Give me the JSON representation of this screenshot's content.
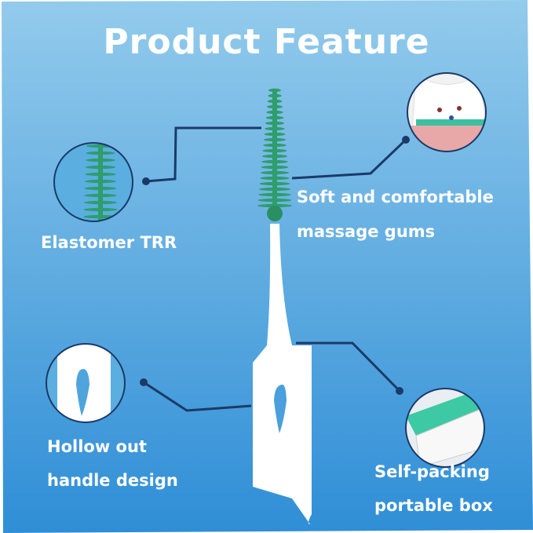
{
  "title": "Product Feature",
  "features": [
    {
      "label": "Elastomer TRR"
    },
    {
      "label_line1": "Soft and comfortable",
      "label_line2": "massage gums"
    },
    {
      "label_line1": "Hollow out",
      "label_line2": "handle design"
    },
    {
      "label_line1": "Self-packing",
      "label_line2": "portable box"
    }
  ],
  "colors": {
    "bg_top": "#93cbec",
    "bg_bottom": "#2f8ed6",
    "brush_green": "#2f9d6c",
    "line_navy": "#1b3a68",
    "text": "#ffffff"
  }
}
